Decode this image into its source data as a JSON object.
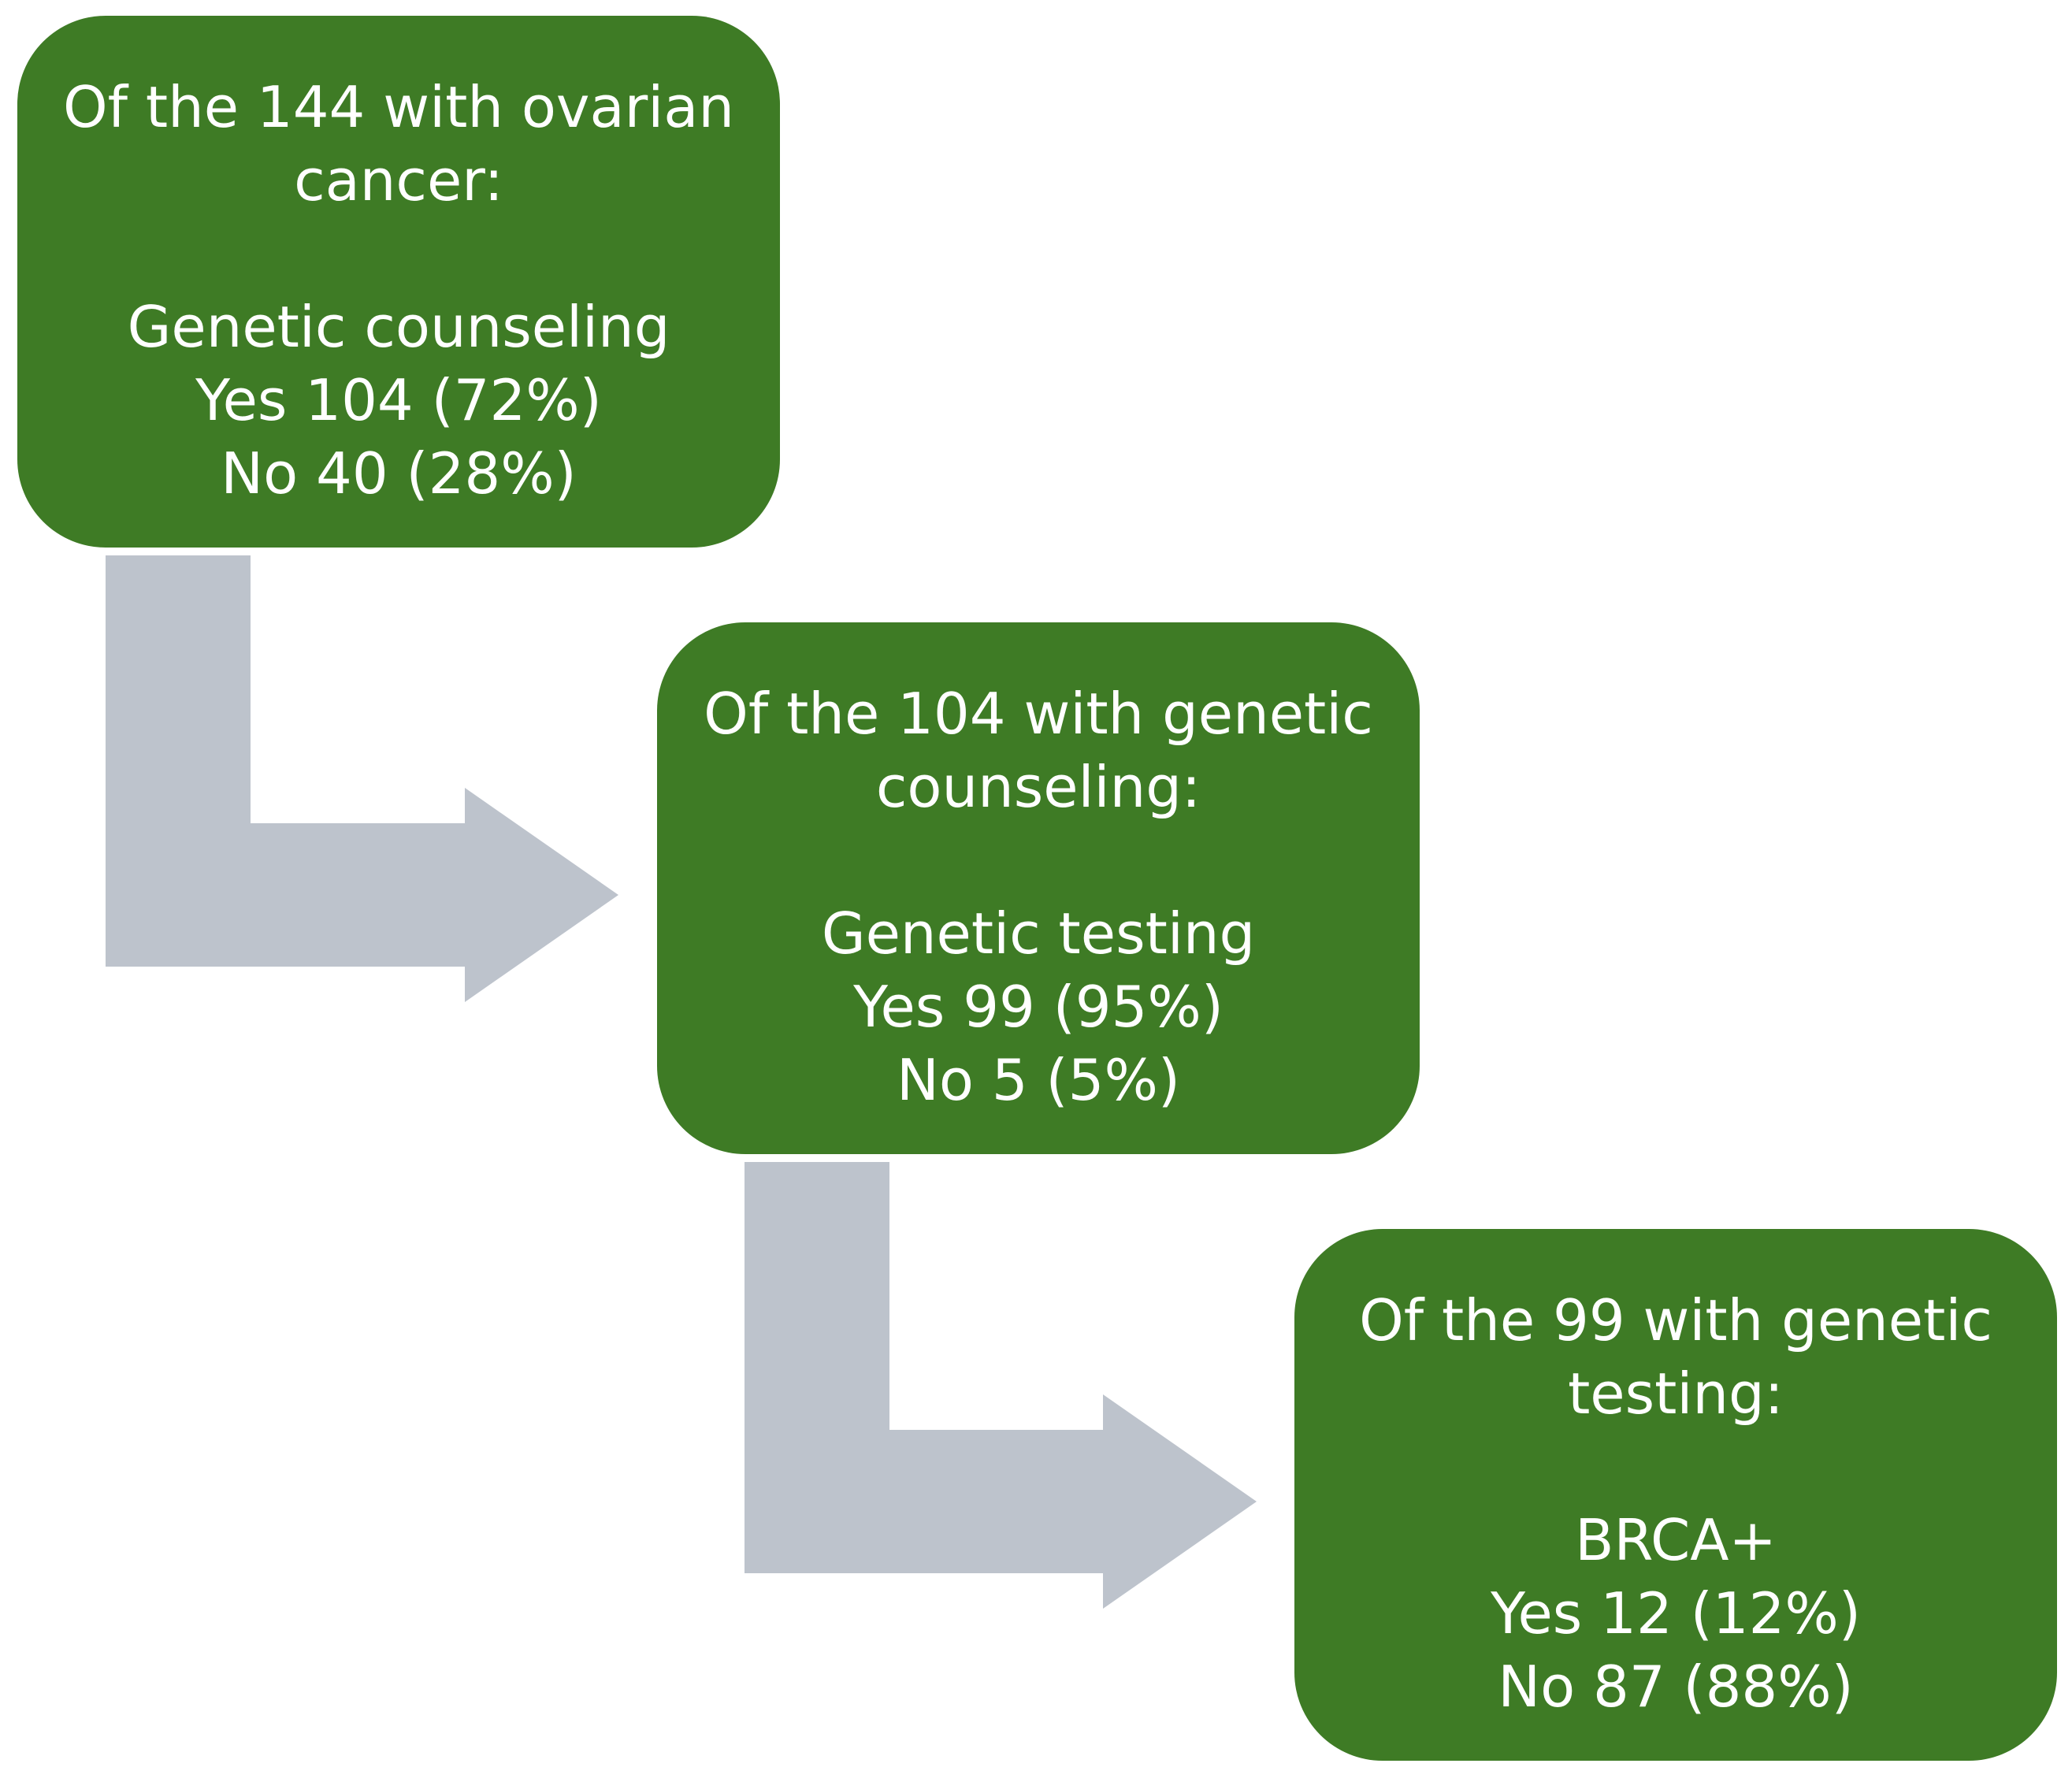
{
  "colors": {
    "box_fill": "#3e7b25",
    "box_text": "#ffffff",
    "arrow_fill": "#bdc3cc",
    "background": "#ffffff"
  },
  "steps": [
    {
      "heading_line1": "Of the 144 with ovarian",
      "heading_line2": "cancer:",
      "label": "Genetic counseling",
      "yes": "Yes 104 (72%)",
      "no": "No 40 (28%)"
    },
    {
      "heading_line1": "Of the 104 with genetic",
      "heading_line2": "counseling:",
      "label": "Genetic testing",
      "yes": "Yes 99 (95%)",
      "no": "No 5 (5%)"
    },
    {
      "heading_line1": "Of the 99 with genetic",
      "heading_line2": "testing:",
      "label": "BRCA+",
      "yes": "Yes 12 (12%)",
      "no": "No 87 (88%)"
    }
  ]
}
